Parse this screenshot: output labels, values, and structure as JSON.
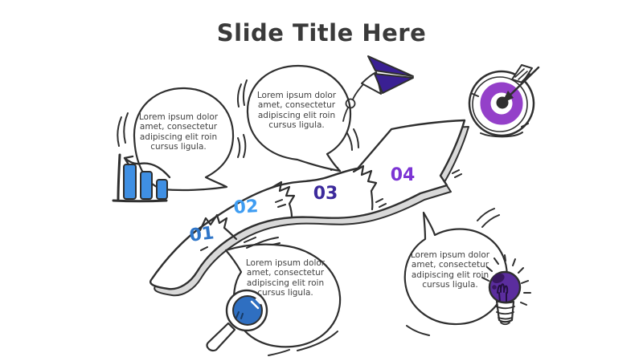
{
  "slide": {
    "title": "Slide Title Here"
  },
  "steps": [
    {
      "number": "01",
      "color": "#2e75c8"
    },
    {
      "number": "02",
      "color": "#3f9df2"
    },
    {
      "number": "03",
      "color": "#3c2a9c"
    },
    {
      "number": "04",
      "color": "#7c35d4"
    }
  ],
  "bubbles": [
    {
      "position": "left",
      "icon": "bar-chart-icon",
      "lines": [
        "Lorem ipsum dolor",
        "amet, consectetur",
        "adipiscing elit roin",
        "cursus ligula."
      ]
    },
    {
      "position": "top-center",
      "icon": "paper-plane-icon",
      "lines": [
        "Lorem ipsum dolor",
        "amet, consectetur",
        "adipiscing elit roin",
        "cursus ligula."
      ]
    },
    {
      "position": "bottom-center",
      "icon": "magnifier-icon",
      "lines": [
        "Lorem ipsum dolor",
        "amet, consectetur",
        "adipiscing elit roin",
        "cursus ligula."
      ]
    },
    {
      "position": "bottom-right",
      "icon": "lightbulb-icon",
      "lines": [
        "Lorem ipsum dolor",
        "amet, consectetur",
        "adipiscing elit roin",
        "cursus ligula."
      ]
    }
  ],
  "standalone_icons": [
    "target-icon"
  ],
  "colors": {
    "background": "#ffffff",
    "outline": "#2f2f2f",
    "title_text": "#3a3a3a",
    "body_text": "#404040",
    "arrow_fill": "#ffffff",
    "arrow_shadow": "#d9d9d9",
    "bar_blue": "#3f8fe3",
    "plane_indigo": "#3a2093",
    "target_purple": "#9440c9",
    "magnifier_blue": "#2f6fc1",
    "bulb_purple": "#5b2d9e"
  }
}
